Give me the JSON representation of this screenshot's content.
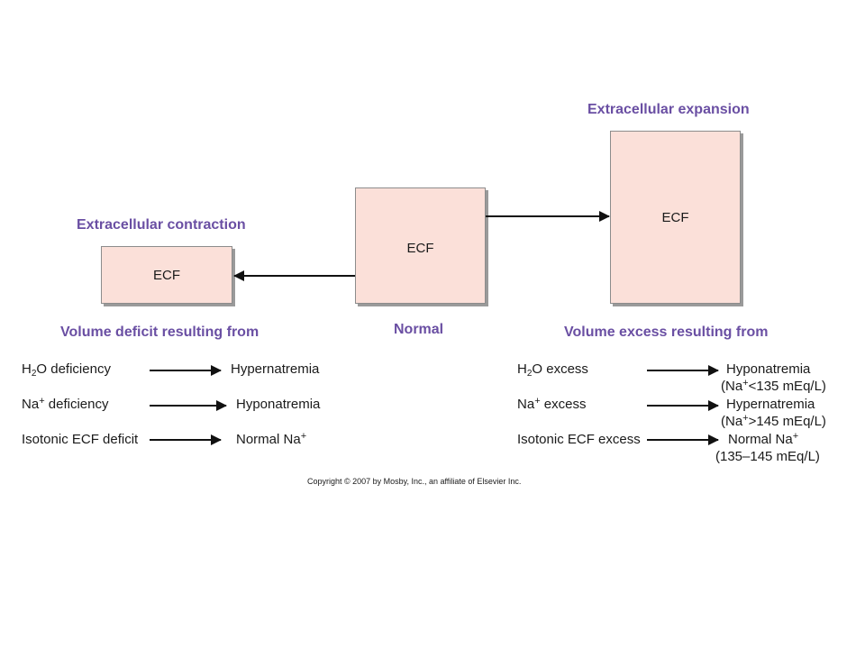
{
  "headings": {
    "contraction": "Extracellular contraction",
    "expansion": "Extracellular expansion",
    "normal": "Normal",
    "deficit_from": "Volume deficit resulting from",
    "excess_from": "Volume excess resulting from"
  },
  "boxes": {
    "contraction_label": "ECF",
    "normal_label": "ECF",
    "expansion_label": "ECF"
  },
  "deficit_rows": [
    {
      "cause_pre": "H",
      "cause_sub": "2",
      "cause_post": "O deficiency",
      "result": "Hypernatremia"
    },
    {
      "cause_pre": "Na",
      "cause_sup": "+",
      "cause_post": " deficiency",
      "result": "Hyponatremia"
    },
    {
      "cause": "Isotonic ECF deficit",
      "result_pre": "Normal Na",
      "result_sup": "+"
    }
  ],
  "excess_rows": [
    {
      "cause_pre": "H",
      "cause_sub": "2",
      "cause_post": "O excess",
      "result": "Hyponatremia",
      "detail_pre": "(Na",
      "detail_sup": "+",
      "detail_post": "<135 mEq/L)"
    },
    {
      "cause_pre": "Na",
      "cause_sup": "+",
      "cause_post": " excess",
      "result": "Hypernatremia",
      "detail_pre": "(Na",
      "detail_sup": "+",
      "detail_post": ">145 mEq/L)"
    },
    {
      "cause": "Isotonic ECF excess",
      "result_pre": "Normal Na",
      "result_sup": "+",
      "detail": "(135–145 mEq/L)"
    }
  ],
  "copyright": "Copyright © 2007 by Mosby, Inc., an affiliate of Elsevier Inc.",
  "colors": {
    "heading": "#6a4fa3",
    "box_fill": "#fbe0d9",
    "box_shadow": "#9a9a9a"
  }
}
